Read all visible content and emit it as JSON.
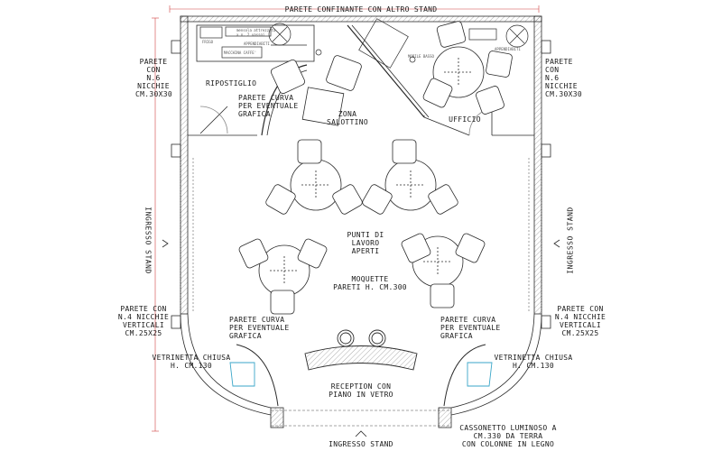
{
  "labels": {
    "top_wall": "PARETE CONFINANTE CON ALTRO STAND",
    "left_niches_top": "PARETE\nCON\nN.6\nNICCHIE\nCM.30X30",
    "right_niches_top": "PARETE\nCON\nN.6\nNICCHIE\nCM.30X30",
    "storage": "RIPOSTIGLIO",
    "curved_wall_top": "PARETE CURVA\nPER EVENTUALE\nGRAFICA",
    "lounge": "ZONA\nSALOTTINO",
    "office": "UFFICIO",
    "workstations": "PUNTI DI\nLAVORO\nAPERTI",
    "carpet": "MOQUETTE\nPARETI H. CM.300",
    "left_niches_bottom": "PARETE CON\nN.4 NICCHIE\nVERTICALI\nCM.25X25",
    "right_niches_bottom": "PARETE CON\nN.4 NICCHIE\nVERTICALI\nCM.25X25",
    "curved_wall_left": "PARETE CURVA\nPER EVENTUALE\nGRAFICA",
    "curved_wall_right": "PARETE CURVA\nPER EVENTUALE\nGRAFICA",
    "showcase_left": "VETRINETTA CHIUSA\nH. CM.130",
    "showcase_right": "VETRINETTA CHIUSA\nH. CM.130",
    "reception": "RECEPTION CON\nPIANO IN VETRO",
    "lightbox": "CASSONETTO LUMINOSO A\nCM.330 DA TERRA\nCON COLONNE IN LEGNO",
    "entrance_bottom": "INGRESSO STAND",
    "entrance_left": "INGRESSO STAND",
    "entrance_right": "INGRESSO STAND",
    "fridge": "FRIGO",
    "coffee_machine": "MACCHINA CAFFE'",
    "hanger_left": "APPENDIABITI",
    "hanger_right": "APPENDIABITI",
    "mobile_file": "MOBILE BASSO",
    "shelf_note": "mensola attrezzata\nx n. 2 vassoi"
  },
  "colors": {
    "line": "#2a2a2a",
    "light_line": "#8a8a8a",
    "dimension": "#d04040",
    "glass": "#3aa6c8"
  }
}
